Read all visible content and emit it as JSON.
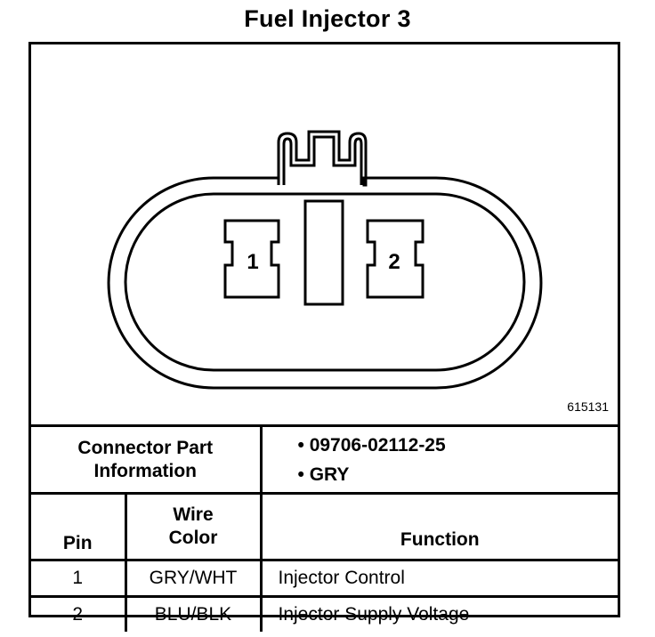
{
  "title": "Fuel Injector 3",
  "diagram": {
    "part_number": "615131",
    "pins": [
      "1",
      "2"
    ]
  },
  "connector_info": {
    "label_line1": "Connector Part",
    "label_line2": "Information",
    "items": [
      "09706-02112-25",
      "GRY"
    ]
  },
  "table": {
    "headers": {
      "pin": "Pin",
      "wire_line1": "Wire",
      "wire_line2": "Color",
      "function": "Function"
    },
    "rows": [
      {
        "pin": "1",
        "wire_color": "GRY/WHT",
        "function": "Injector Control"
      },
      {
        "pin": "2",
        "wire_color": "BLU/BLK",
        "function": "Injector Supply Voltage"
      }
    ]
  }
}
